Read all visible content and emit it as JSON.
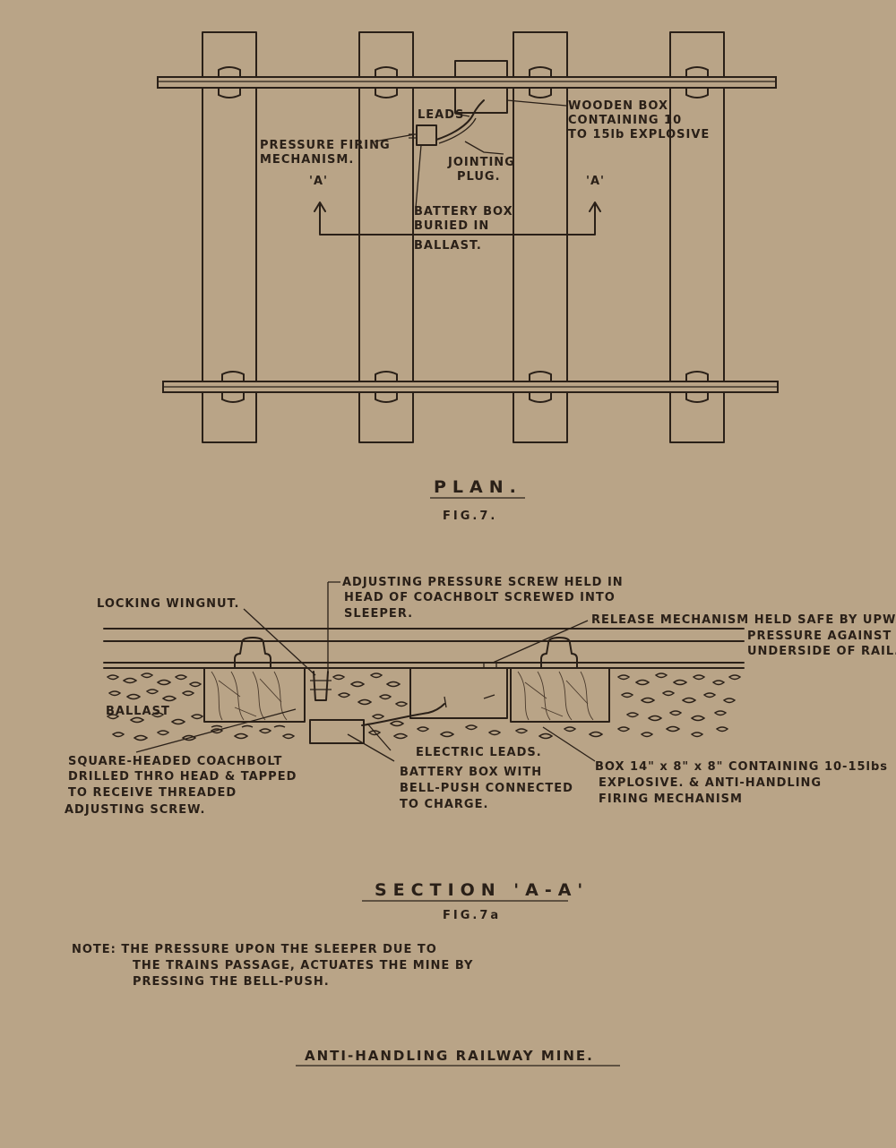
{
  "plan": {
    "labels": {
      "leads": "LEADS",
      "wooden_box_1": "WOODEN BOX",
      "wooden_box_2": "CONTAINING 10",
      "wooden_box_3": "TO 15lb EXPLOSIVE",
      "pressure_1": "PRESSURE FIRING",
      "pressure_2": "MECHANISM.",
      "jointing_1": "JOINTING",
      "jointing_2": "PLUG.",
      "section_mark_left": "'A'",
      "section_mark_right": "'A'",
      "battery_1": "BATTERY BOX",
      "battery_2": "BURIED IN",
      "battery_3": "BALLAST."
    },
    "title": "PLAN.",
    "fig": "FIG.7."
  },
  "section": {
    "labels": {
      "adjusting_1": "ADJUSTING PRESSURE SCREW HELD IN",
      "adjusting_2": "HEAD OF COACHBOLT SCREWED INTO",
      "adjusting_3": "SLEEPER.",
      "wingnut": "LOCKING WINGNUT.",
      "release_1": "RELEASE MECHANISM HELD SAFE BY UPWARD",
      "release_2": "PRESSURE AGAINST",
      "release_3": "UNDERSIDE OF RAIL.",
      "ballast": "BALLAST",
      "coachbolt_1": "SQUARE-HEADED COACHBOLT",
      "coachbolt_2": "DRILLED THRO HEAD & TAPPED",
      "coachbolt_3": "TO RECEIVE THREADED",
      "coachbolt_4": "ADJUSTING SCREW.",
      "electric": "ELECTRIC LEADS.",
      "battery_1": "BATTERY BOX WITH",
      "battery_2": "BELL-PUSH CONNECTED",
      "battery_3": "TO CHARGE.",
      "box_1": "BOX 14\" x 8\" x 8\" CONTAINING 10-15lbs",
      "box_2": "EXPLOSIVE. & ANTI-HANDLING",
      "box_3": "FIRING MECHANISM"
    },
    "title": "SECTION 'A-A'",
    "fig": "FIG.7a"
  },
  "note": {
    "line_1": "NOTE: THE PRESSURE UPON THE SLEEPER DUE TO",
    "line_2": "THE TRAINS PASSAGE, ACTUATES THE MINE BY",
    "line_3": "PRESSING THE BELL-PUSH."
  },
  "main_title": "ANTI-HANDLING RAILWAY MINE."
}
